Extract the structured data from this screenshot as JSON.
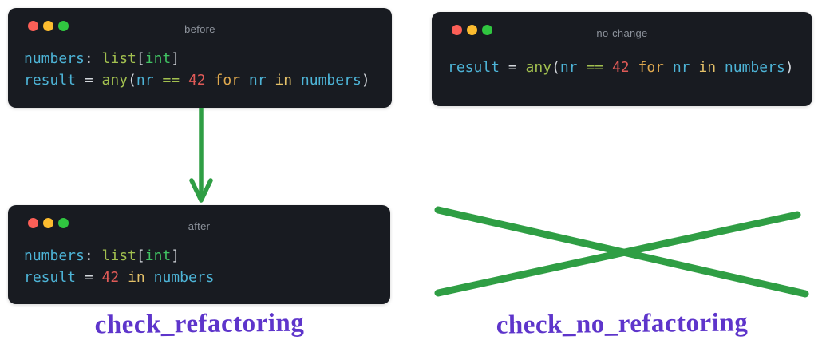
{
  "colors": {
    "window_bg": "#181b21",
    "window_title": "#8d939c",
    "dot_red": "#fb5f57",
    "dot_yellow": "#fcbc2f",
    "dot_green": "#30c640",
    "code_default": "#d4d8dd",
    "variable": "#4db4d7",
    "function": "#a2c04f",
    "type": "#41c363",
    "number": "#df5a57",
    "keyword_for": "#e0a94e",
    "keyword_in": "#e4c169",
    "annotation_green": "#2f9e44",
    "label_purple": "#5e35cb"
  },
  "icons": {
    "traffic_lights": [
      "close",
      "minimize",
      "maximize"
    ],
    "arrow": "down-arrow",
    "cross": "x-mark"
  },
  "windows": [
    {
      "title": "before",
      "code_lines": [
        [
          {
            "t": "numbers",
            "c": "variable"
          },
          {
            "t": ": ",
            "c": "code_default"
          },
          {
            "t": "list",
            "c": "function"
          },
          {
            "t": "[",
            "c": "code_default"
          },
          {
            "t": "int",
            "c": "type"
          },
          {
            "t": "]",
            "c": "code_default"
          }
        ],
        [
          {
            "t": "result",
            "c": "variable"
          },
          {
            "t": " = ",
            "c": "code_default"
          },
          {
            "t": "any",
            "c": "function"
          },
          {
            "t": "(",
            "c": "code_default"
          },
          {
            "t": "nr",
            "c": "variable"
          },
          {
            "t": " ",
            "c": "code_default"
          },
          {
            "t": "==",
            "c": "function"
          },
          {
            "t": " ",
            "c": "code_default"
          },
          {
            "t": "42",
            "c": "number"
          },
          {
            "t": " ",
            "c": "code_default"
          },
          {
            "t": "for",
            "c": "keyword_for"
          },
          {
            "t": " ",
            "c": "code_default"
          },
          {
            "t": "nr",
            "c": "variable"
          },
          {
            "t": " ",
            "c": "code_default"
          },
          {
            "t": "in",
            "c": "keyword_in"
          },
          {
            "t": " ",
            "c": "code_default"
          },
          {
            "t": "numbers",
            "c": "variable"
          },
          {
            "t": ")",
            "c": "code_default"
          }
        ]
      ]
    },
    {
      "title": "no-change",
      "code_lines": [
        [
          {
            "t": "result",
            "c": "variable"
          },
          {
            "t": " = ",
            "c": "code_default"
          },
          {
            "t": "any",
            "c": "function"
          },
          {
            "t": "(",
            "c": "code_default"
          },
          {
            "t": "nr",
            "c": "variable"
          },
          {
            "t": " ",
            "c": "code_default"
          },
          {
            "t": "==",
            "c": "function"
          },
          {
            "t": " ",
            "c": "code_default"
          },
          {
            "t": "42",
            "c": "number"
          },
          {
            "t": " ",
            "c": "code_default"
          },
          {
            "t": "for",
            "c": "keyword_for"
          },
          {
            "t": " ",
            "c": "code_default"
          },
          {
            "t": "nr",
            "c": "variable"
          },
          {
            "t": " ",
            "c": "code_default"
          },
          {
            "t": "in",
            "c": "keyword_in"
          },
          {
            "t": " ",
            "c": "code_default"
          },
          {
            "t": "numbers",
            "c": "variable"
          },
          {
            "t": ")",
            "c": "code_default"
          }
        ]
      ]
    },
    {
      "title": "after",
      "code_lines": [
        [
          {
            "t": "numbers",
            "c": "variable"
          },
          {
            "t": ": ",
            "c": "code_default"
          },
          {
            "t": "list",
            "c": "function"
          },
          {
            "t": "[",
            "c": "code_default"
          },
          {
            "t": "int",
            "c": "type"
          },
          {
            "t": "]",
            "c": "code_default"
          }
        ],
        [
          {
            "t": "result",
            "c": "variable"
          },
          {
            "t": " = ",
            "c": "code_default"
          },
          {
            "t": "42",
            "c": "number"
          },
          {
            "t": " ",
            "c": "code_default"
          },
          {
            "t": "in",
            "c": "keyword_in"
          },
          {
            "t": " ",
            "c": "code_default"
          },
          {
            "t": "numbers",
            "c": "variable"
          }
        ]
      ]
    }
  ],
  "labels": {
    "left": "check_refactoring",
    "right": "check_no_refactoring"
  }
}
